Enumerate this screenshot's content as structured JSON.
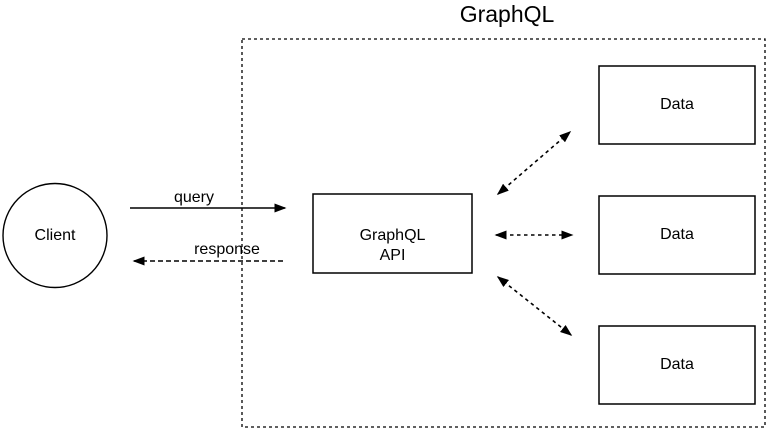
{
  "theme": {
    "background": "#ffffff",
    "line_color": "#000000",
    "text_color": "#000000"
  },
  "diagram": {
    "title": "GraphQL",
    "nodes": {
      "client": {
        "label": "Client",
        "shape": "ellipse"
      },
      "api": {
        "label": "GraphQL\nAPI",
        "shape": "rectangle"
      },
      "data_stores": [
        {
          "label": "Data"
        },
        {
          "label": "Data"
        },
        {
          "label": "Data"
        }
      ]
    },
    "edges": {
      "query": {
        "label": "query",
        "from": "Client",
        "to": "GraphQL API",
        "style": "solid",
        "arrowheads": "single"
      },
      "response": {
        "label": "response",
        "from": "GraphQL API",
        "to": "Client",
        "style": "dashed",
        "arrowheads": "single"
      },
      "api_data_links": {
        "style": "dashed",
        "arrowheads": "double",
        "count": 3
      }
    }
  }
}
